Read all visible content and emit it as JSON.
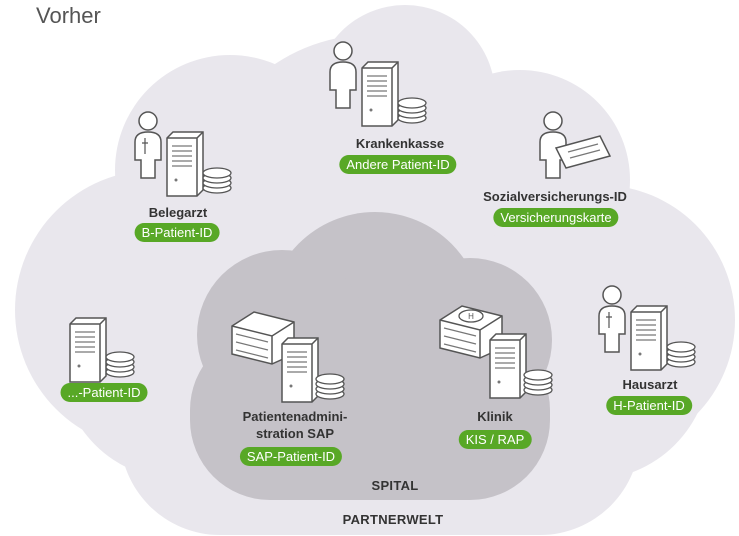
{
  "title": "Vorher",
  "regions": {
    "outer": "PARTNERWELT",
    "inner": "SPITAL"
  },
  "nodes": {
    "krankenkasse": {
      "name": "Krankenkasse",
      "id": "Andere Patient-ID",
      "icon": "person-server-icon"
    },
    "belegarzt": {
      "name": "Belegarzt",
      "id": "B-Patient-ID",
      "icon": "doctor-server-icon"
    },
    "sozial": {
      "name": "Sozialversicherungs-ID",
      "id": "Versicherungskarte",
      "icon": "person-card-icon"
    },
    "other": {
      "name": "",
      "id": "...-Patient-ID",
      "icon": "server-icon"
    },
    "hausarzt": {
      "name": "Hausarzt",
      "id": "H-Patient-ID",
      "icon": "doctor-server-icon"
    },
    "sap": {
      "name_line1": "Patientenadmini-",
      "name_line2": "stration SAP",
      "id": "SAP-Patient-ID",
      "icon": "building-server-icon"
    },
    "klinik": {
      "name": "Klinik",
      "id": "KIS / RAP",
      "icon": "hospital-server-icon"
    }
  },
  "colors": {
    "outer_cloud": "#e9e7ed",
    "inner_cloud": "#c5c2c8",
    "pill": "#58a826",
    "icon_fill": "#ffffff",
    "icon_stroke": "#555555"
  }
}
